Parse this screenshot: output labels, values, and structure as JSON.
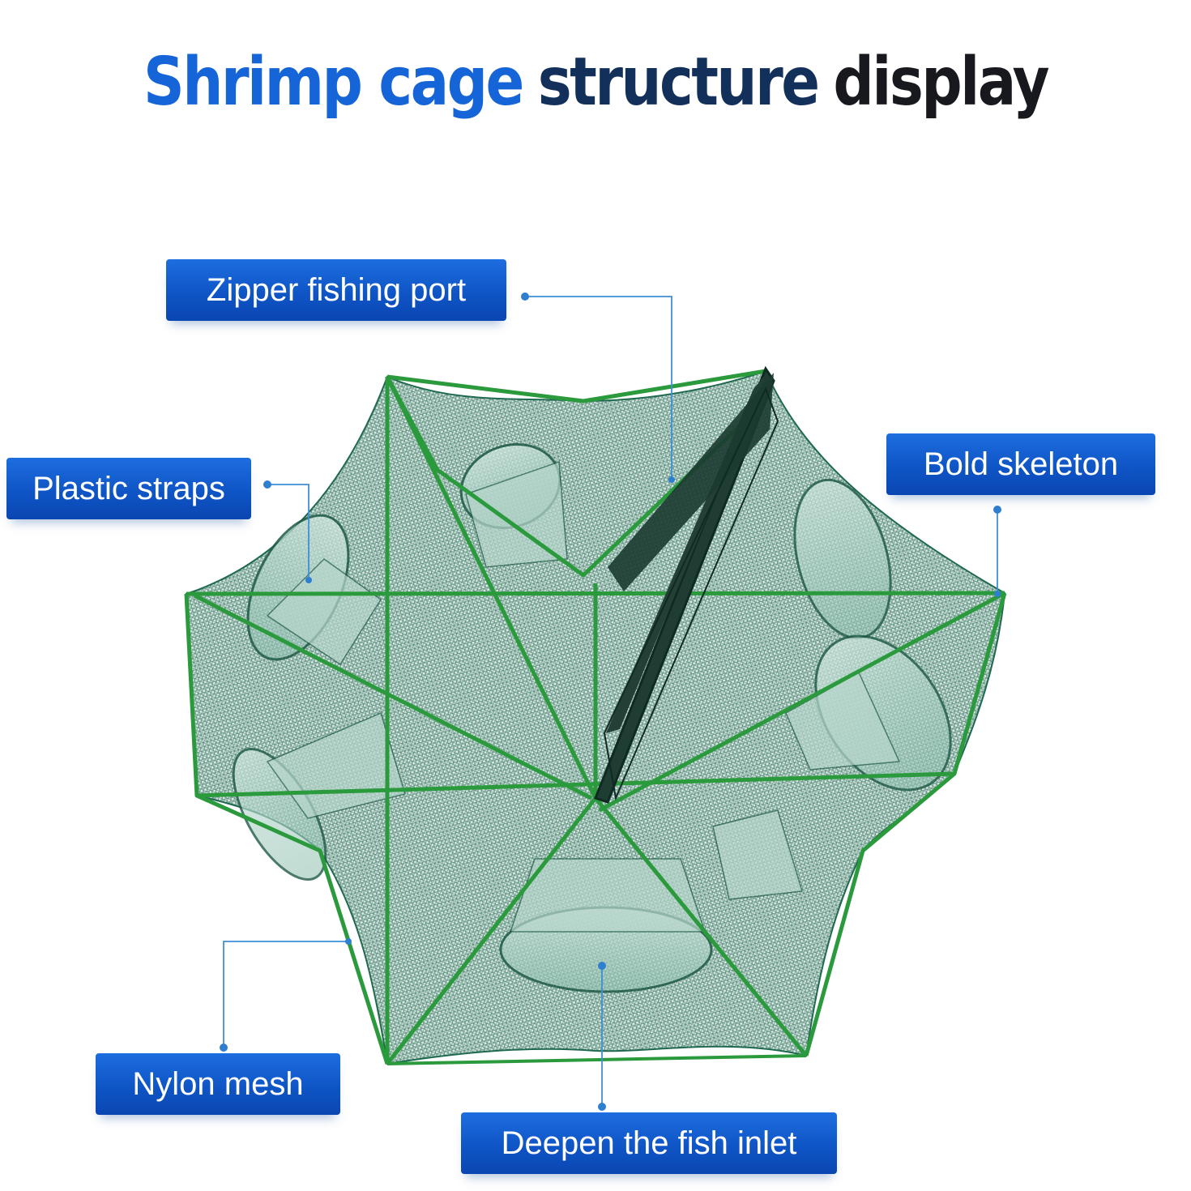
{
  "title": {
    "part1": "Shrimp cage",
    "part2": "structure",
    "part3": "display"
  },
  "callouts": {
    "zipper_fishing_port": "Zipper fishing port",
    "plastic_straps": "Plastic straps",
    "bold_skeleton": "Bold skeleton",
    "nylon_mesh": "Nylon mesh",
    "deepen_fish_inlet": "Deepen the fish inlet"
  },
  "colors": {
    "title_blue": "#1565d8",
    "title_navy": "#12305a",
    "title_black": "#17191e",
    "callout_blue": "#0f55c6",
    "frame_green": "#2a9a3c",
    "mesh_green": "#1f6b4e",
    "leader_blue": "#3f8fd6"
  }
}
